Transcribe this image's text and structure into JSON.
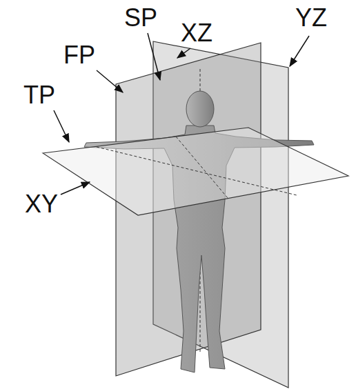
{
  "diagram": {
    "labels": [
      "SP",
      "XZ",
      "YZ",
      "FP",
      "TP",
      "XY"
    ]
  }
}
